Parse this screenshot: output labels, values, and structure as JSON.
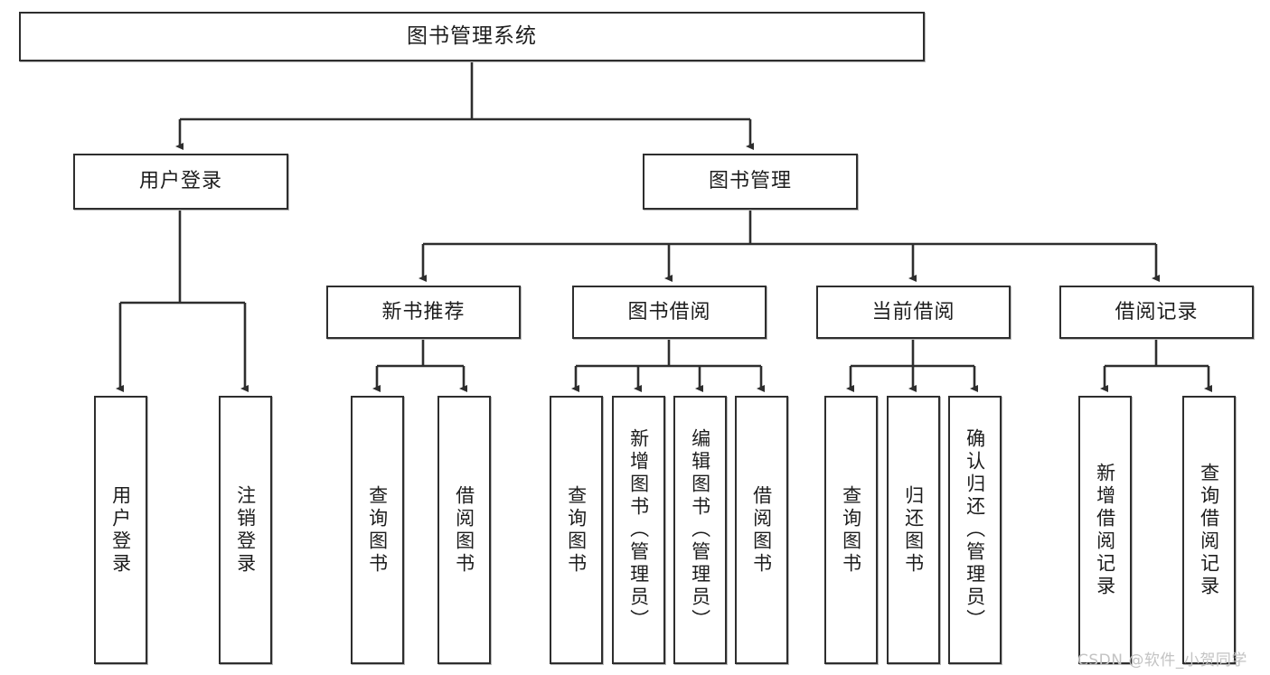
{
  "diagram": {
    "type": "tree",
    "title": "图书管理系统",
    "root": {
      "label": "图书管理系统"
    },
    "level1": [
      {
        "label": "用户登录"
      },
      {
        "label": "图书管理"
      }
    ],
    "level2": [
      {
        "label": "新书推荐"
      },
      {
        "label": "图书借阅"
      },
      {
        "label": "当前借阅"
      },
      {
        "label": "借阅记录"
      }
    ],
    "leaves": {
      "user_login": [
        {
          "label": "用户登录"
        },
        {
          "label": "注销登录"
        }
      ],
      "new_book_recommend": [
        {
          "label": "查询图书"
        },
        {
          "label": "借阅图书"
        }
      ],
      "book_borrow": [
        {
          "label": "查询图书"
        },
        {
          "label": "新增图书（管理员）"
        },
        {
          "label": "编辑图书（管理员）"
        },
        {
          "label": "借阅图书"
        }
      ],
      "current_borrow": [
        {
          "label": "查询图书"
        },
        {
          "label": "归还图书"
        },
        {
          "label": "确认归还（管理员）"
        }
      ],
      "borrow_record": [
        {
          "label": "新增借阅记录"
        },
        {
          "label": "查询借阅记录"
        }
      ]
    }
  },
  "watermark": {
    "text": "CSDN @软件_小贺同学"
  },
  "colors": {
    "border": "#2e2e2e",
    "background": "#ffffff",
    "text": "#1d1d1d",
    "watermark": "#c3c3c3"
  }
}
